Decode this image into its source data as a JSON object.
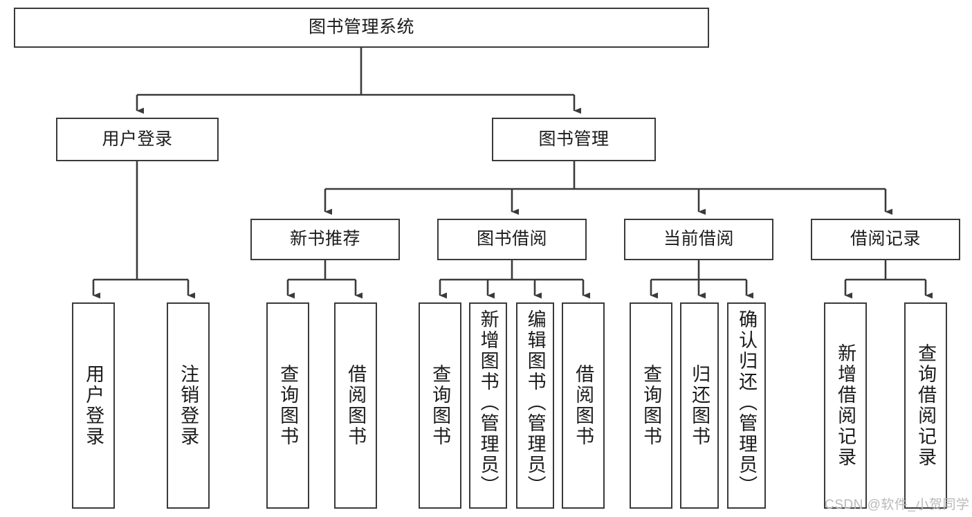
{
  "diagram": {
    "title": "图书管理系统",
    "type": "tree-hierarchy",
    "watermark": "CSDN @软件_小贺同学",
    "nodes": {
      "root": {
        "label": "图书管理系统"
      },
      "level1": [
        {
          "id": "user-login",
          "label": "用户登录"
        },
        {
          "id": "book-management",
          "label": "图书管理"
        }
      ],
      "level2": [
        {
          "id": "new-book-recommend",
          "label": "新书推荐"
        },
        {
          "id": "book-borrow",
          "label": "图书借阅"
        },
        {
          "id": "current-borrow",
          "label": "当前借阅"
        },
        {
          "id": "borrow-record",
          "label": "借阅记录"
        }
      ],
      "leaves": {
        "user_login": [
          {
            "id": "leaf-user-login",
            "label": "用户登录"
          },
          {
            "id": "leaf-logout-login",
            "label": "注销登录"
          }
        ],
        "new_book_recommend": [
          {
            "id": "leaf-query-book-1",
            "label": "查询图书"
          },
          {
            "id": "leaf-borrow-book-1",
            "label": "借阅图书"
          }
        ],
        "book_borrow": [
          {
            "id": "leaf-query-book-2",
            "label": "查询图书"
          },
          {
            "id": "leaf-add-book-admin",
            "label": "新增图书（管理员）"
          },
          {
            "id": "leaf-edit-book-admin",
            "label": "编辑图书（管理员）"
          },
          {
            "id": "leaf-borrow-book-2",
            "label": "借阅图书"
          }
        ],
        "current_borrow": [
          {
            "id": "leaf-query-book-3",
            "label": "查询图书"
          },
          {
            "id": "leaf-return-book",
            "label": "归还图书"
          },
          {
            "id": "leaf-confirm-return-admin",
            "label": "确认归还（管理员）"
          }
        ],
        "borrow_record": [
          {
            "id": "leaf-add-borrow-record",
            "label": "新增借阅记录"
          },
          {
            "id": "leaf-query-borrow-record",
            "label": "查询借阅记录"
          }
        ]
      }
    },
    "colors": {
      "stroke": "#3a3a3a",
      "fill": "#ffffff",
      "text": "#1b1b1b",
      "watermark": "#b9b9b9"
    }
  }
}
